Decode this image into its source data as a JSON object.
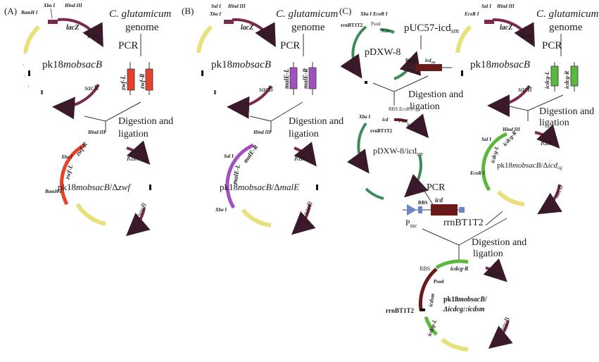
{
  "panel_a": {
    "label": "(A)",
    "organism": "C. glutamicum",
    "genome": "genome",
    "pcr": "PCR",
    "site_bamh1": "BamH I",
    "site_xba1": "Xba I",
    "site_hind3": "Hind III",
    "lacz": "lacZ",
    "kan": "Kan",
    "sacb": "sacB",
    "plasmid": "pk18mobsacB",
    "primer_l": "zwf-L",
    "primer_r": "zwf-R",
    "digestion": "Digestion and",
    "ligation": "ligation",
    "site_hind3_b": "Hind III",
    "site_xba1_b": "Xba I",
    "site_bamh1_b": "BamH I",
    "insert_l": "zwf-L",
    "insert_r": "zwf-R",
    "kan_b": "Kan",
    "sacb_b": "sacB",
    "product": "pk18mobsacB/Δzwf"
  },
  "panel_b": {
    "label": "(B)",
    "organism": "C. glutamicum",
    "genome": "genome",
    "pcr": "PCR",
    "site_xba1": "Xba I",
    "site_sal1": "Sal I",
    "site_hind3": "Hind III",
    "lacz": "lacZ",
    "kan": "Kan",
    "sacb": "sacB",
    "plasmid": "pk18mobsacB",
    "primer_l": "malE-L",
    "primer_r": "malE-R",
    "digestion": "Digestion and",
    "ligation": "ligation",
    "site_hind3_b": "Hind III",
    "site_sal1_b": "Sal I",
    "site_xba1_b": "Xba I",
    "insert_l": "malE-L",
    "insert_r": "malE-R",
    "kan_b": "Kan",
    "sacb_b": "sacB",
    "product": "pk18mobsacB/ΔmalE"
  },
  "panel_c": {
    "label": "(C)",
    "site_xba1": "Xba I",
    "site_ecor1": "EcoR I",
    "rrnbt1t2": "rrnBT1T2",
    "psod": "Psod",
    "kan": "Kan",
    "puc57": "pUC57-icd",
    "puc57_sub": "sm",
    "pdxw8": "pDXW-8",
    "rbs": "RBS",
    "icd": "icd",
    "icd_sub": "sm",
    "digestion1": "Digestion and",
    "ligation1": "ligation",
    "rbs_ecor1": "RBS  EcoR I",
    "xba1_c2": "Xba I",
    "icd_c2": "icd",
    "psod_c2": "Psod",
    "kan_c2": "Kan",
    "rrnbt1t2_c2": "rrnBT1T2",
    "pdxw8_icd": "pDXW-8/icd",
    "pdxw8_icd_sub": "sm",
    "pcr": "PCR",
    "rbs_pcr": "RBS",
    "icd_pcr": "icd",
    "ptac": "P",
    "ptac_sub": "tac",
    "rrnbt1t2_pcr": "rrnBT1T2",
    "organism": "C. glutamicum",
    "genome": "genome",
    "site_ecor1_r": "EcoR I",
    "site_sal1_r": "Sal I",
    "site_hind3_r": "Hind III",
    "lacz_r": "lacZ",
    "kan_r": "Kan",
    "sacb_r": "sacB",
    "plasmid_r": "pk18mobsacB",
    "pcr_r": "PCR",
    "primer_l_r": "icdcg-L",
    "primer_r_r": "icdcg-R",
    "digestion2": "Digestion and",
    "ligation2": "ligation",
    "hind3_r2": "Hind III",
    "sal1_r2": "Sal I",
    "ecor1_r2": "EcoR I",
    "insert_l_r2": "icdcg-L",
    "insert_r_r2": "icdcg-R",
    "kan_r2": "Kan",
    "sacb_r2": "sacB",
    "product_r2": "pk18mobsacB/Δicdcg",
    "digestion3": "Digestion and",
    "ligation3": "ligation",
    "rbs_f": "RBS",
    "icdcg_r_f": "icdcg-R",
    "psod_f": "Psod",
    "kan_f": "Kan",
    "icd_sm_f": "icdsm",
    "rrnbt1t2_f": "rrnBT1T2",
    "icdcg_l_f": "icdcg-L",
    "sacb_f": "sacB",
    "product_f1": "pk18mobsacB/",
    "product_f2": "Δicdcg::icdsm"
  },
  "colors": {
    "kan": "#7a2a4a",
    "sacb": "#7a2a4a",
    "lacz": "#7a2a4a",
    "yellow": "#e8e07a",
    "zwf": "#e8402a",
    "male": "#a24fbf",
    "icdcg": "#5ab83c",
    "icdsm": "#6b1a1a",
    "pdxw8": "#3f8a5a",
    "ptac": "#6a86c8"
  }
}
